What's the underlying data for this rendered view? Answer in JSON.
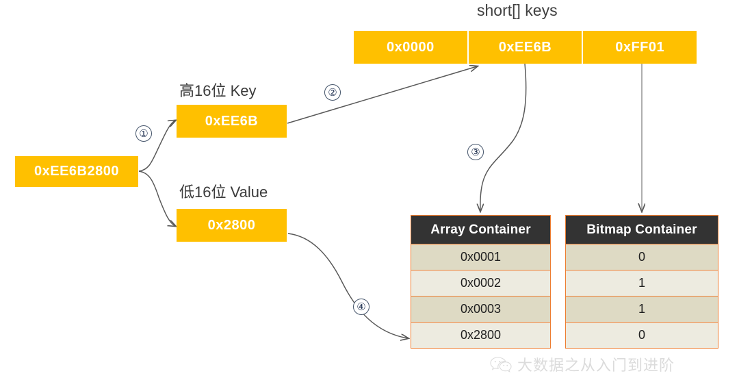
{
  "diagram": {
    "title_keys_array": "short[] keys",
    "source_value": "0xEE6B2800",
    "split": {
      "high_label": "高16位 Key",
      "high_value": "0xEE6B",
      "low_label": "低16位 Value",
      "low_value": "0x2800"
    },
    "keys_array": {
      "label": "short[] keys",
      "cells": [
        "0x0000",
        "0xEE6B",
        "0xFF01"
      ]
    },
    "containers": [
      {
        "name": "array-container",
        "header": "Array Container",
        "rows": [
          "0x0001",
          "0x0002",
          "0x0003",
          "0x2800"
        ]
      },
      {
        "name": "bitmap-container",
        "header": "Bitmap Container",
        "rows": [
          "0",
          "1",
          "1",
          "0"
        ]
      }
    ],
    "steps": [
      "①",
      "②",
      "③",
      "④"
    ],
    "colors": {
      "orange_box": "#FFC000",
      "table_header": "#333333",
      "table_border": "#ED7D31",
      "row_odd": "#DEDAC4",
      "row_even": "#EDEBE0",
      "arrow": "#595959",
      "step_circle": "#44546A"
    }
  },
  "watermark": {
    "text": "大数据之从入门到进阶",
    "icon": "wechat-icon"
  }
}
